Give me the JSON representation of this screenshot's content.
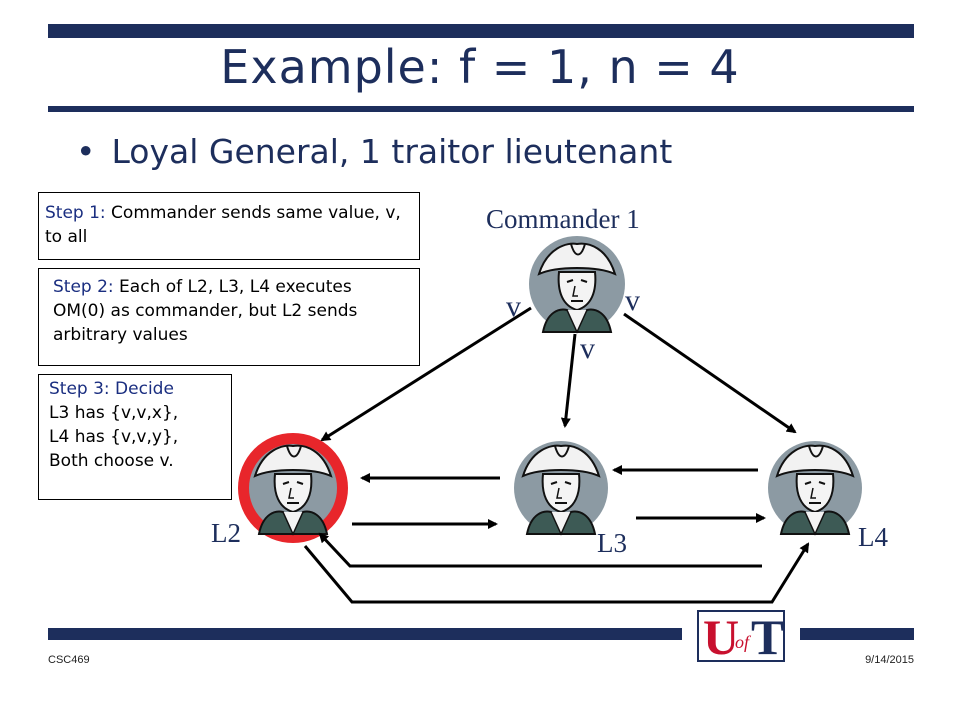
{
  "slide": {
    "title": "Example: f = 1, n = 4",
    "bullet": "Loyal General, 1 traitor lieutenant"
  },
  "steps": {
    "step1_label": "Step 1:",
    "step1_text": " Commander sends same value, v, to all",
    "step2_label": "Step 2:",
    "step2_text": " Each of L2, L3, L4 executes OM(0) as commander, but L2 sends arbitrary values",
    "step3_label": "Step 3: Decide",
    "step3_line1": "L3 has {v,v,x},",
    "step3_line2": "L4 has {v,v,y},",
    "step3_line3": "Both choose v."
  },
  "nodes": {
    "commander": "Commander 1",
    "l2": "L2",
    "l3": "L3",
    "l4": "L4"
  },
  "edge_labels": {
    "to_l2": "v",
    "to_l3": "v",
    "to_l4": "v"
  },
  "footer": {
    "course": "CSC469",
    "date": "9/14/2015",
    "logo_u": "U",
    "logo_of": "of",
    "logo_t": "T"
  },
  "colors": {
    "navy": "#1d2e5c",
    "traitor_red": "#e8262b",
    "loyal_grey": "#8c9aa3"
  }
}
